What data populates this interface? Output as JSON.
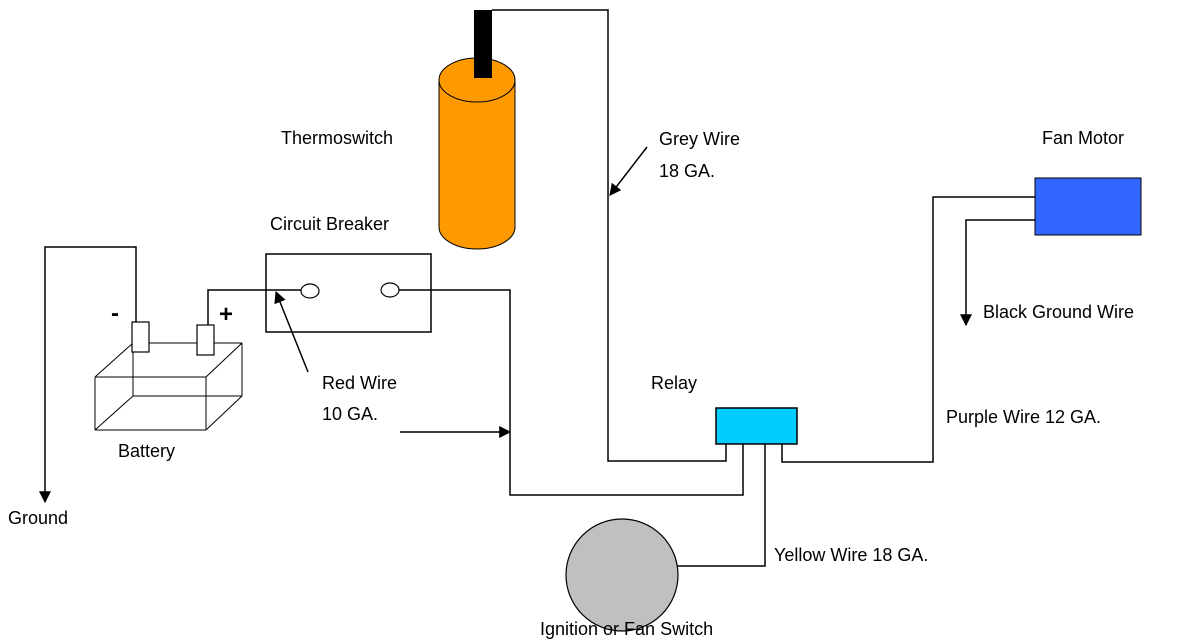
{
  "labels": {
    "thermoswitch": "Thermoswitch",
    "grey_wire_1": "Grey Wire",
    "grey_wire_2": "18 GA.",
    "fan_motor": "Fan Motor",
    "circuit_breaker": "Circuit Breaker",
    "black_ground_wire": "Black Ground Wire",
    "red_wire_1": "Red Wire",
    "red_wire_2": "10 GA.",
    "relay": "Relay",
    "purple_wire": "Purple Wire 12 GA.",
    "battery": "Battery",
    "ground": "Ground",
    "yellow_wire": "Yellow Wire 18 GA.",
    "ignition_switch": "Ignition or Fan Switch",
    "minus": "-",
    "plus": "+"
  },
  "colors": {
    "thermoswitch_body": "#FF9900",
    "fan_motor": "#3366FF",
    "relay": "#00CCFF",
    "switch": "#C0C0C0",
    "wire": "#000000"
  }
}
